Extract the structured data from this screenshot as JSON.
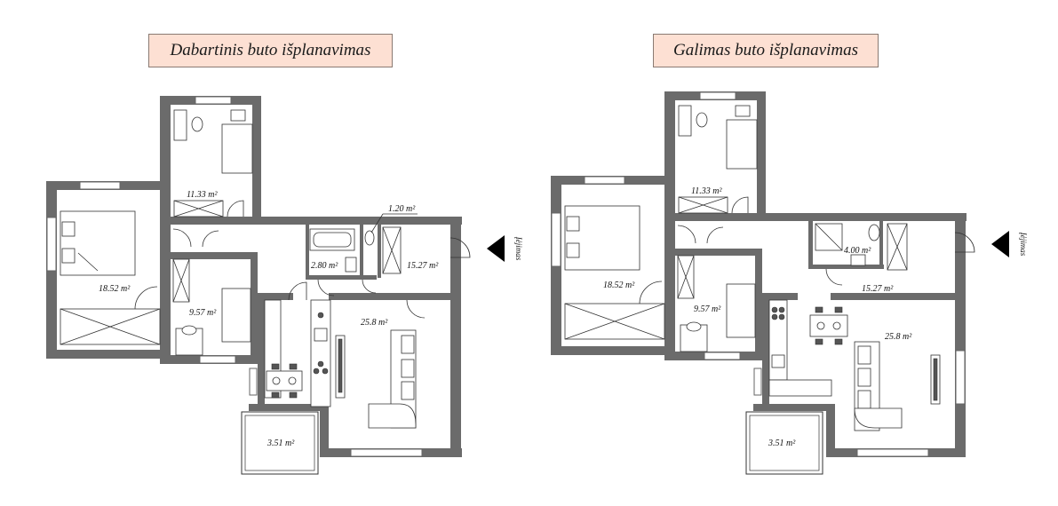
{
  "left_plan": {
    "title": "Dabartinis buto išplanavimas",
    "rooms": {
      "bedroom_top": "11.33 m²",
      "bedroom_left": "18.52 m²",
      "bedroom_small": "9.57 m²",
      "wc": "1.20 m²",
      "bath": "2.80 m²",
      "hall": "15.27 m²",
      "living": "25.8 m²",
      "balcony": "3.51 m²"
    },
    "entrance_label": "Įėjimas"
  },
  "right_plan": {
    "title": "Galimas buto išplanavimas",
    "rooms": {
      "bedroom_top": "11.33 m²",
      "bedroom_left": "18.52 m²",
      "bedroom_small": "9.57 m²",
      "bath": "4.00 m²",
      "hall": "15.27 m²",
      "living": "25.8 m²",
      "balcony": "3.51 m²"
    },
    "entrance_label": "Įėjimas"
  },
  "colors": {
    "wall": "#6b6b6b",
    "title_bg": "#fde0d3"
  }
}
